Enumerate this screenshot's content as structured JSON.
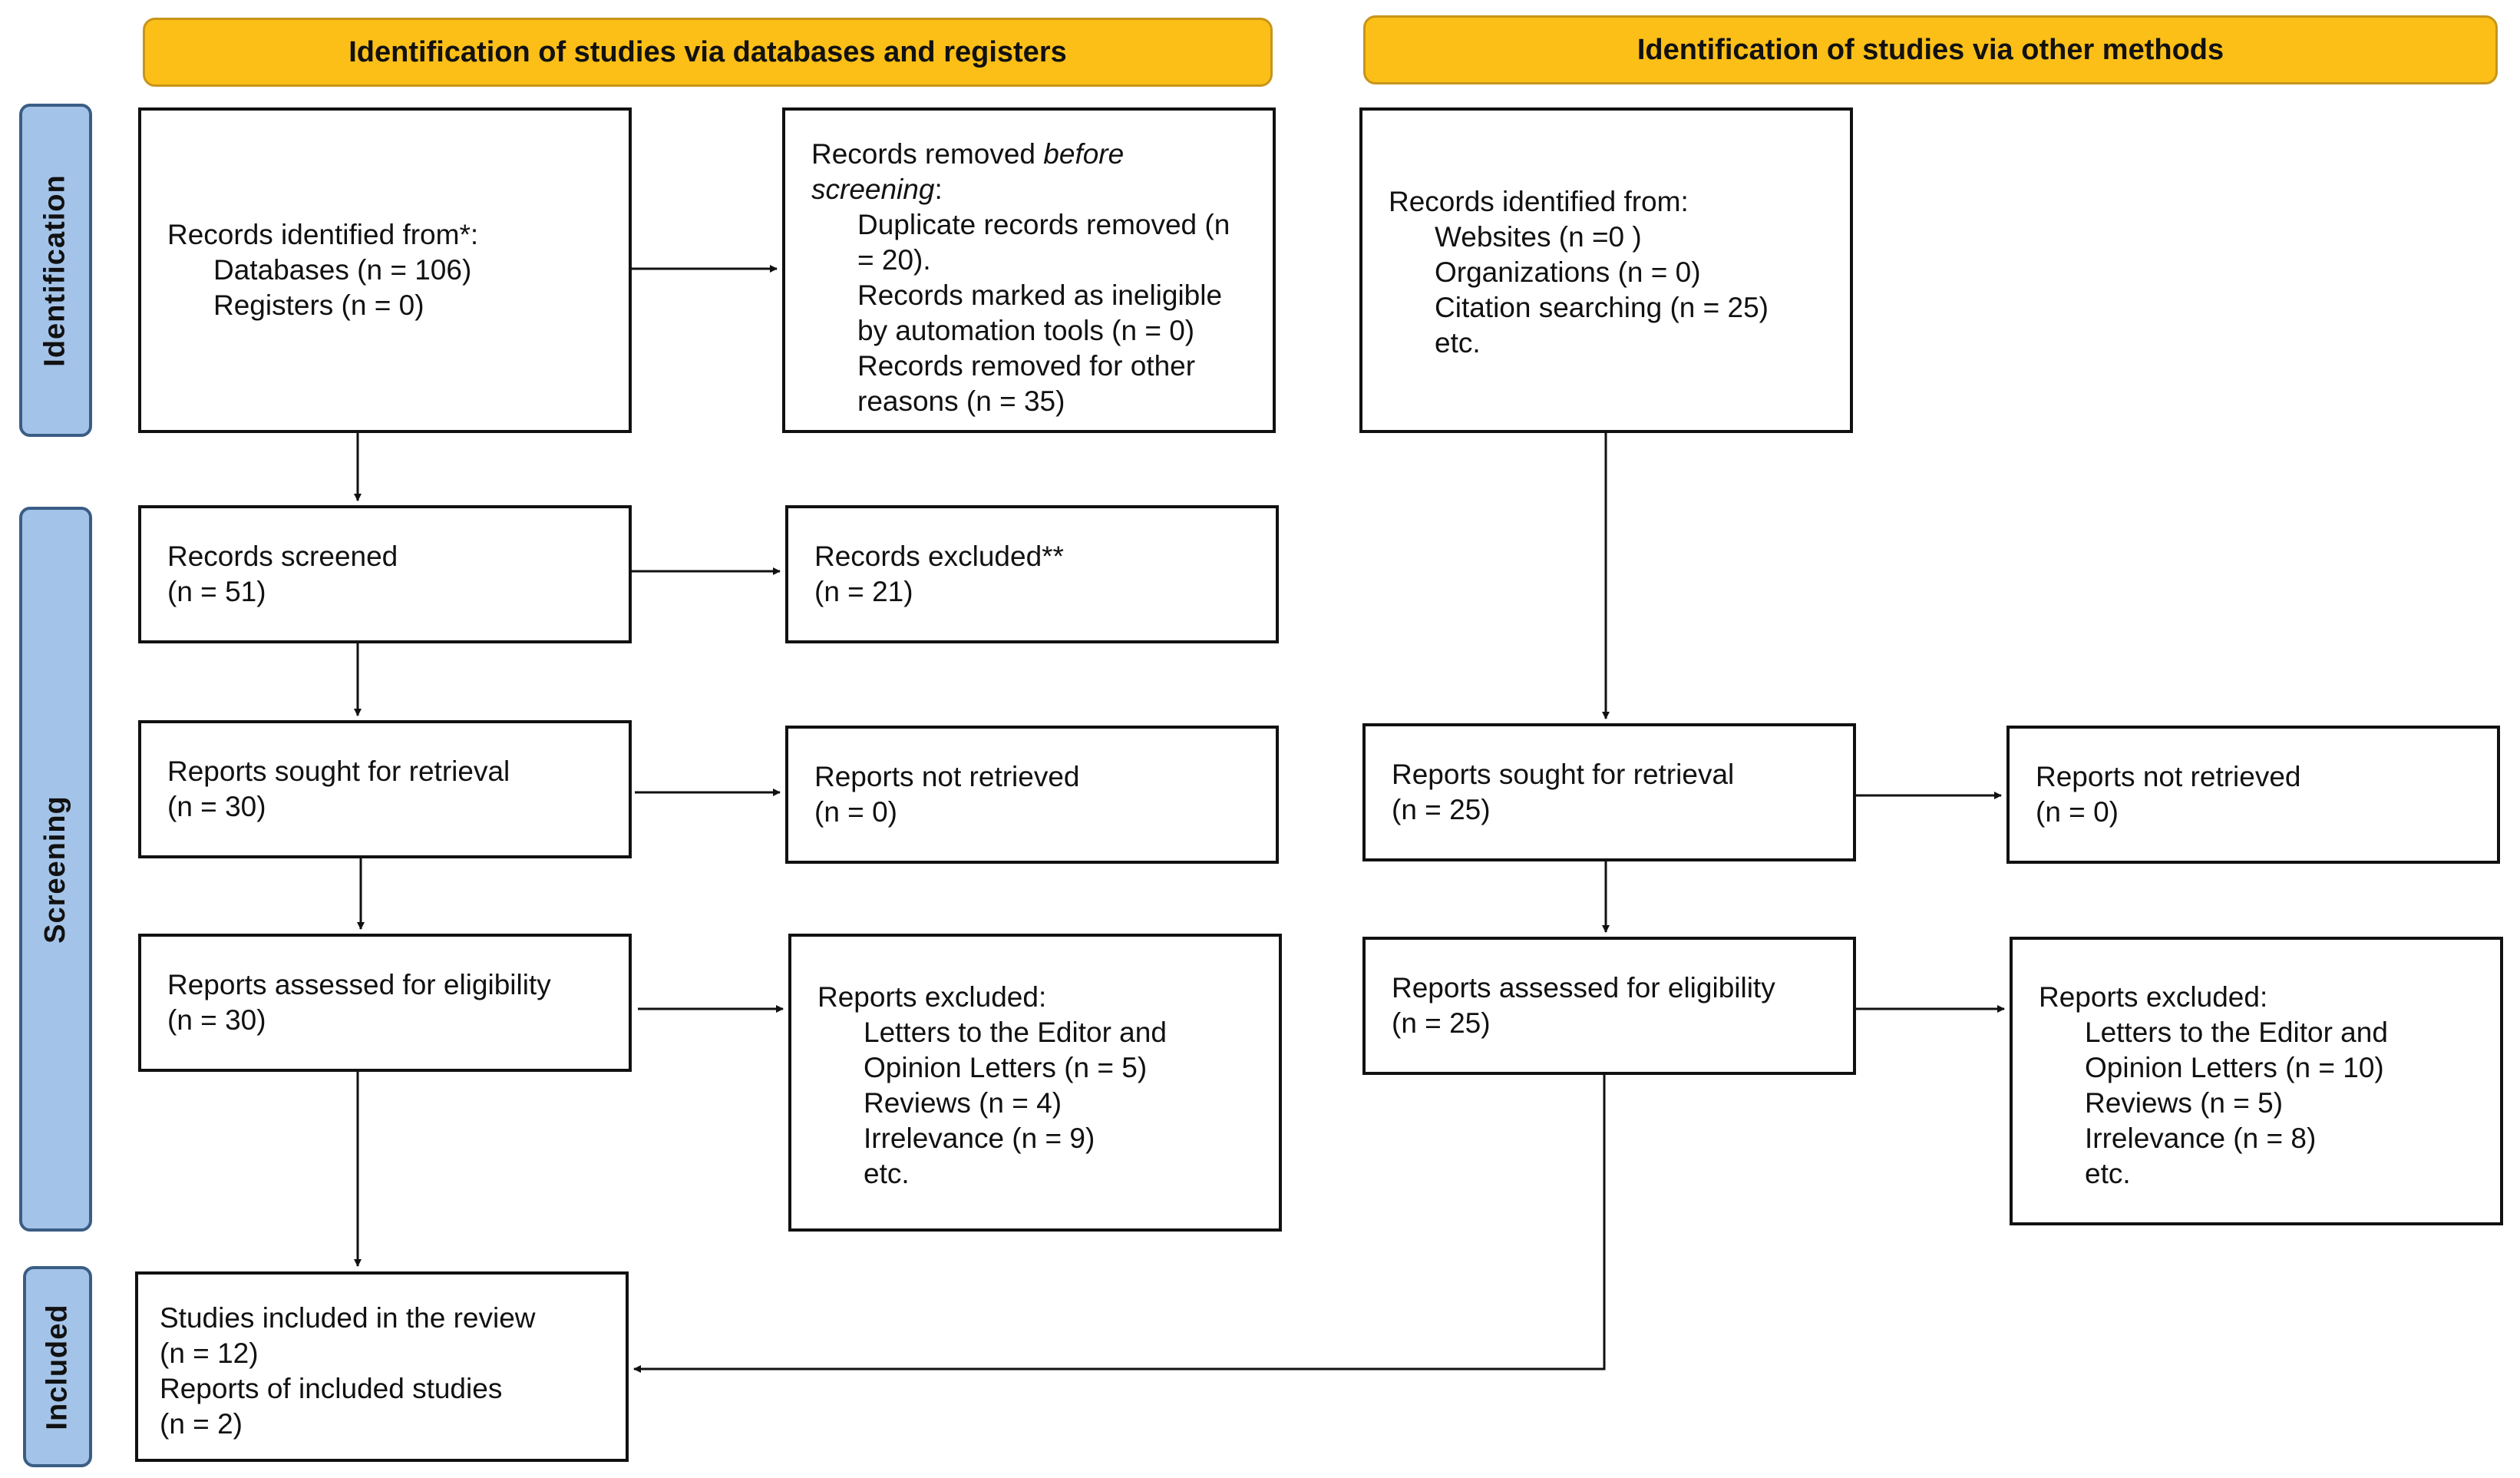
{
  "headers": {
    "databases": "Identification of studies via databases and registers",
    "other": "Identification of studies via other methods"
  },
  "phases": {
    "identification": "Identification",
    "screening": "Screening",
    "included": "Included"
  },
  "databases_column": {
    "records_identified": {
      "title": "Records identified from*:",
      "databases": "Databases (n = 106)",
      "registers": "Registers (n = 0)"
    },
    "records_removed": {
      "title_prefix": "Records removed ",
      "title_italic": "before screening",
      "title_suffix": ":",
      "line1": "Duplicate records removed (n",
      "line2": "= 20).",
      "line3": "Records marked as ineligible",
      "line4": "by automation tools (n = 0)",
      "line5": "Records removed for other",
      "line6": "reasons (n = 35)"
    },
    "records_screened": {
      "title": "Records screened",
      "count": "(n = 51)"
    },
    "records_excluded": {
      "title": "Records excluded**",
      "count": "(n = 21)"
    },
    "reports_sought": {
      "title": "Reports sought for retrieval",
      "count": "(n = 30)"
    },
    "reports_not_retrieved": {
      "title": "Reports not retrieved",
      "count": "(n = 0)"
    },
    "reports_assessed": {
      "title": "Reports assessed for eligibility",
      "count": "(n = 30)"
    },
    "reports_excluded": {
      "title": "Reports excluded:",
      "line1": "Letters to the Editor and",
      "line2": "Opinion Letters (n = 5)",
      "line3": "Reviews (n = 4)",
      "line4": "Irrelevance (n = 9)",
      "line5": "etc."
    },
    "studies_included": {
      "line1": "Studies included in the review",
      "line2": "(n = 12)",
      "line3": "Reports of included studies",
      "line4": "(n = 2)"
    }
  },
  "other_column": {
    "records_identified": {
      "title": "Records identified from:",
      "line1": "Websites (n =0 )",
      "line2": "Organizations (n = 0)",
      "line3": "Citation searching (n = 25)",
      "line4": "etc."
    },
    "reports_sought": {
      "title": "Reports sought for retrieval",
      "count": "(n = 25)"
    },
    "reports_not_retrieved": {
      "title": "Reports not retrieved",
      "count": "(n = 0)"
    },
    "reports_assessed": {
      "title": "Reports assessed for eligibility",
      "count": "(n = 25)"
    },
    "reports_excluded": {
      "title": "Reports excluded:",
      "line1": "Letters to the Editor and",
      "line2": "Opinion Letters (n = 10)",
      "line3": "Reviews (n = 5)",
      "line4": "Irrelevance (n = 8)",
      "line5": "etc."
    }
  },
  "colors": {
    "header_fill": "#fcbf17",
    "phase_fill": "#a4c3e8",
    "phase_border": "#3a5d85",
    "line": "#111111"
  }
}
